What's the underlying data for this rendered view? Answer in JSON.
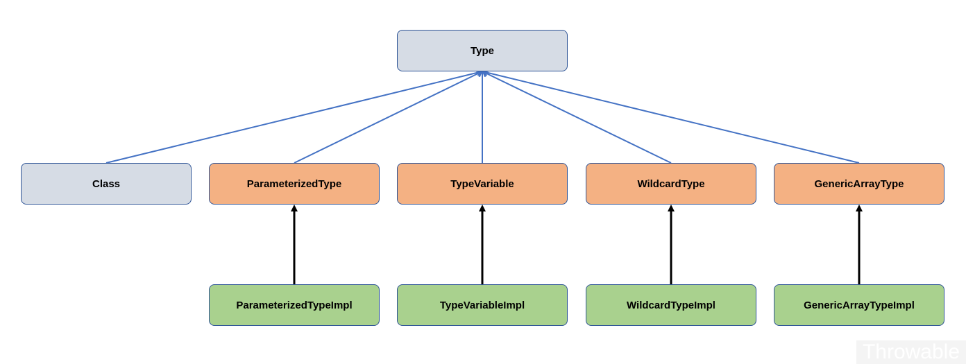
{
  "nodes": {
    "type": "Type",
    "class": "Class",
    "parameterized_type": "ParameterizedType",
    "type_variable": "TypeVariable",
    "wildcard_type": "WildcardType",
    "generic_array_type": "GenericArrayType",
    "parameterized_type_impl": "ParameterizedTypeImpl",
    "type_variable_impl": "TypeVariableImpl",
    "wildcard_type_impl": "WildcardTypeImpl",
    "generic_array_type_impl": "GenericArrayTypeImpl"
  },
  "edges": [
    {
      "from": "class",
      "to": "type",
      "style": "blue"
    },
    {
      "from": "parameterized_type",
      "to": "type",
      "style": "blue"
    },
    {
      "from": "type_variable",
      "to": "type",
      "style": "blue"
    },
    {
      "from": "wildcard_type",
      "to": "type",
      "style": "blue"
    },
    {
      "from": "generic_array_type",
      "to": "type",
      "style": "blue"
    },
    {
      "from": "parameterized_type_impl",
      "to": "parameterized_type",
      "style": "black"
    },
    {
      "from": "type_variable_impl",
      "to": "type_variable",
      "style": "black"
    },
    {
      "from": "wildcard_type_impl",
      "to": "wildcard_type",
      "style": "black"
    },
    {
      "from": "generic_array_type_impl",
      "to": "generic_array_type",
      "style": "black"
    }
  ],
  "colors": {
    "base_fill": "#d6dce5",
    "interface_fill": "#f4b183",
    "impl_fill": "#a9d18e",
    "border": "#2f5597",
    "blue_edge": "#4472c4",
    "black_edge": "#000000"
  },
  "watermark": "Throwable"
}
